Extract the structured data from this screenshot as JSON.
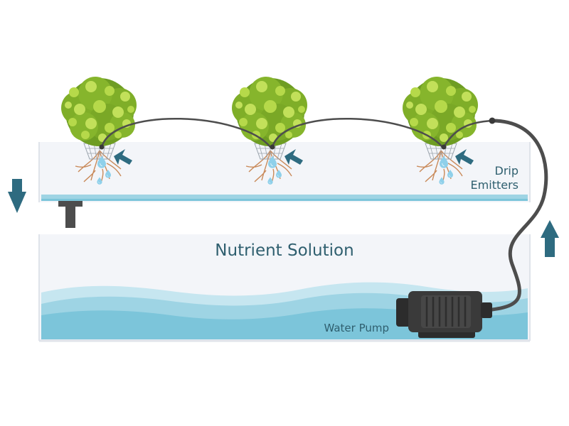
{
  "labels": {
    "emitters_line1": "Drip",
    "emitters_line2": "Emitters",
    "solution": "Nutrient Solution",
    "pump": "Water Pump"
  },
  "colors": {
    "tray_fill": "#f3f5f9",
    "tray_edge": "#dfe3ea",
    "water_light": "#c6e6f0",
    "water_mid": "#9ed4e4",
    "water_dark": "#7cc5da",
    "tube": "#4d4d4d",
    "arrow": "#2e6b80",
    "label": "#2f5f6f",
    "pump_body": "#3a3a3a",
    "drop": "#8fd0ea",
    "leaf_dark": "#6e9d23",
    "leaf_light": "#a9cf3a",
    "root": "#c98a5a"
  },
  "icons": {
    "flow_down": "arrow-down-icon",
    "flow_up": "arrow-up-icon",
    "emitter": "emitter-arrow-icon",
    "pump": "pump-icon",
    "drop": "water-drop-icon",
    "plant": "lettuce-plant-icon"
  }
}
